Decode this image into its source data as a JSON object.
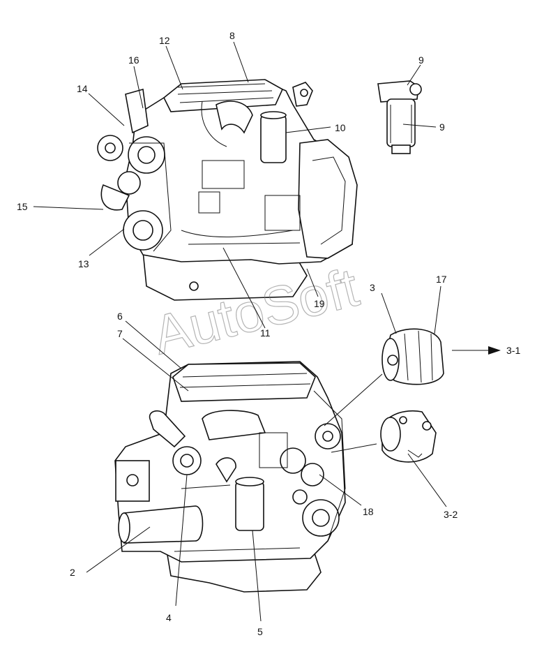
{
  "watermark": "AutoSoft",
  "callouts": {
    "c1": "12",
    "c2": "8",
    "c3": "9",
    "c4": "9",
    "c5": "16",
    "c6": "14",
    "c7": "10",
    "c8": "15",
    "c9": "13",
    "c10": "19",
    "c11": "11",
    "c12": "3",
    "c13": "17",
    "c14": "3-1",
    "c15": "6",
    "c16": "7",
    "c17": "18",
    "c18": "3-2",
    "c19": "2",
    "c20": "4",
    "c21": "5"
  },
  "colors": {
    "ink": "#111111",
    "watermark": "#777777",
    "background": "#ffffff"
  }
}
